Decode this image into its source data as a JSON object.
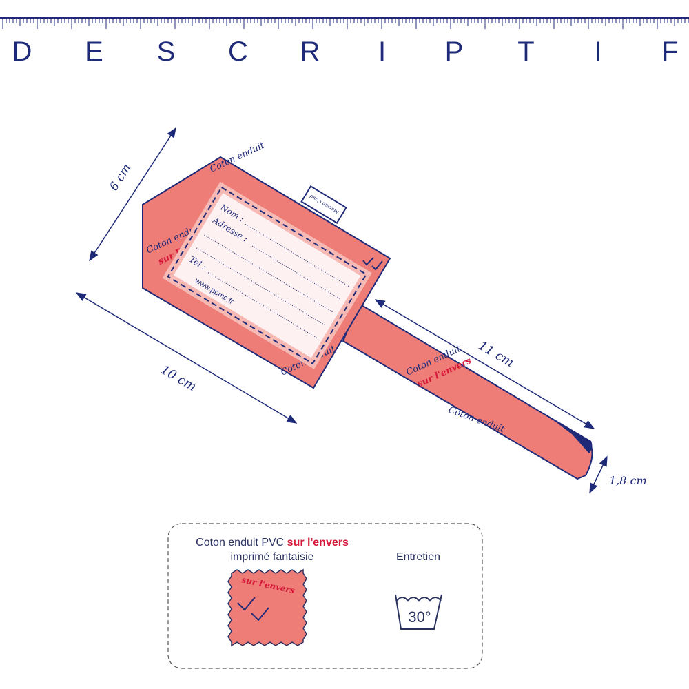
{
  "header": {
    "title_letters": [
      "D",
      "E",
      "S",
      "C",
      "R",
      "I",
      "P",
      "T",
      "I",
      "F"
    ]
  },
  "dimensions": {
    "height": "6 cm",
    "width": "10 cm",
    "strap_length": "11 cm",
    "strap_width": "1,8 cm"
  },
  "tag": {
    "name_label": "Nom :",
    "address_label": "Adresse :",
    "phone_label": "Tél :",
    "website": "www.ppmc.fr",
    "brand_label": "Maman Coud",
    "pattern_text_1": "Coton enduit",
    "pattern_text_2": "sur l'envers"
  },
  "info_box": {
    "material_line1_a": "Coton enduit  PVC ",
    "material_line1_b": "sur l'envers",
    "material_line2": "imprimé fantaisie",
    "care_title": "Entretien",
    "wash_temp": "30°"
  },
  "colors": {
    "navy": "#1e2a78",
    "coral": "#ee7d78",
    "red": "#d7193a",
    "card_border": "#f6b9b4",
    "card": "#fdf1f1"
  }
}
